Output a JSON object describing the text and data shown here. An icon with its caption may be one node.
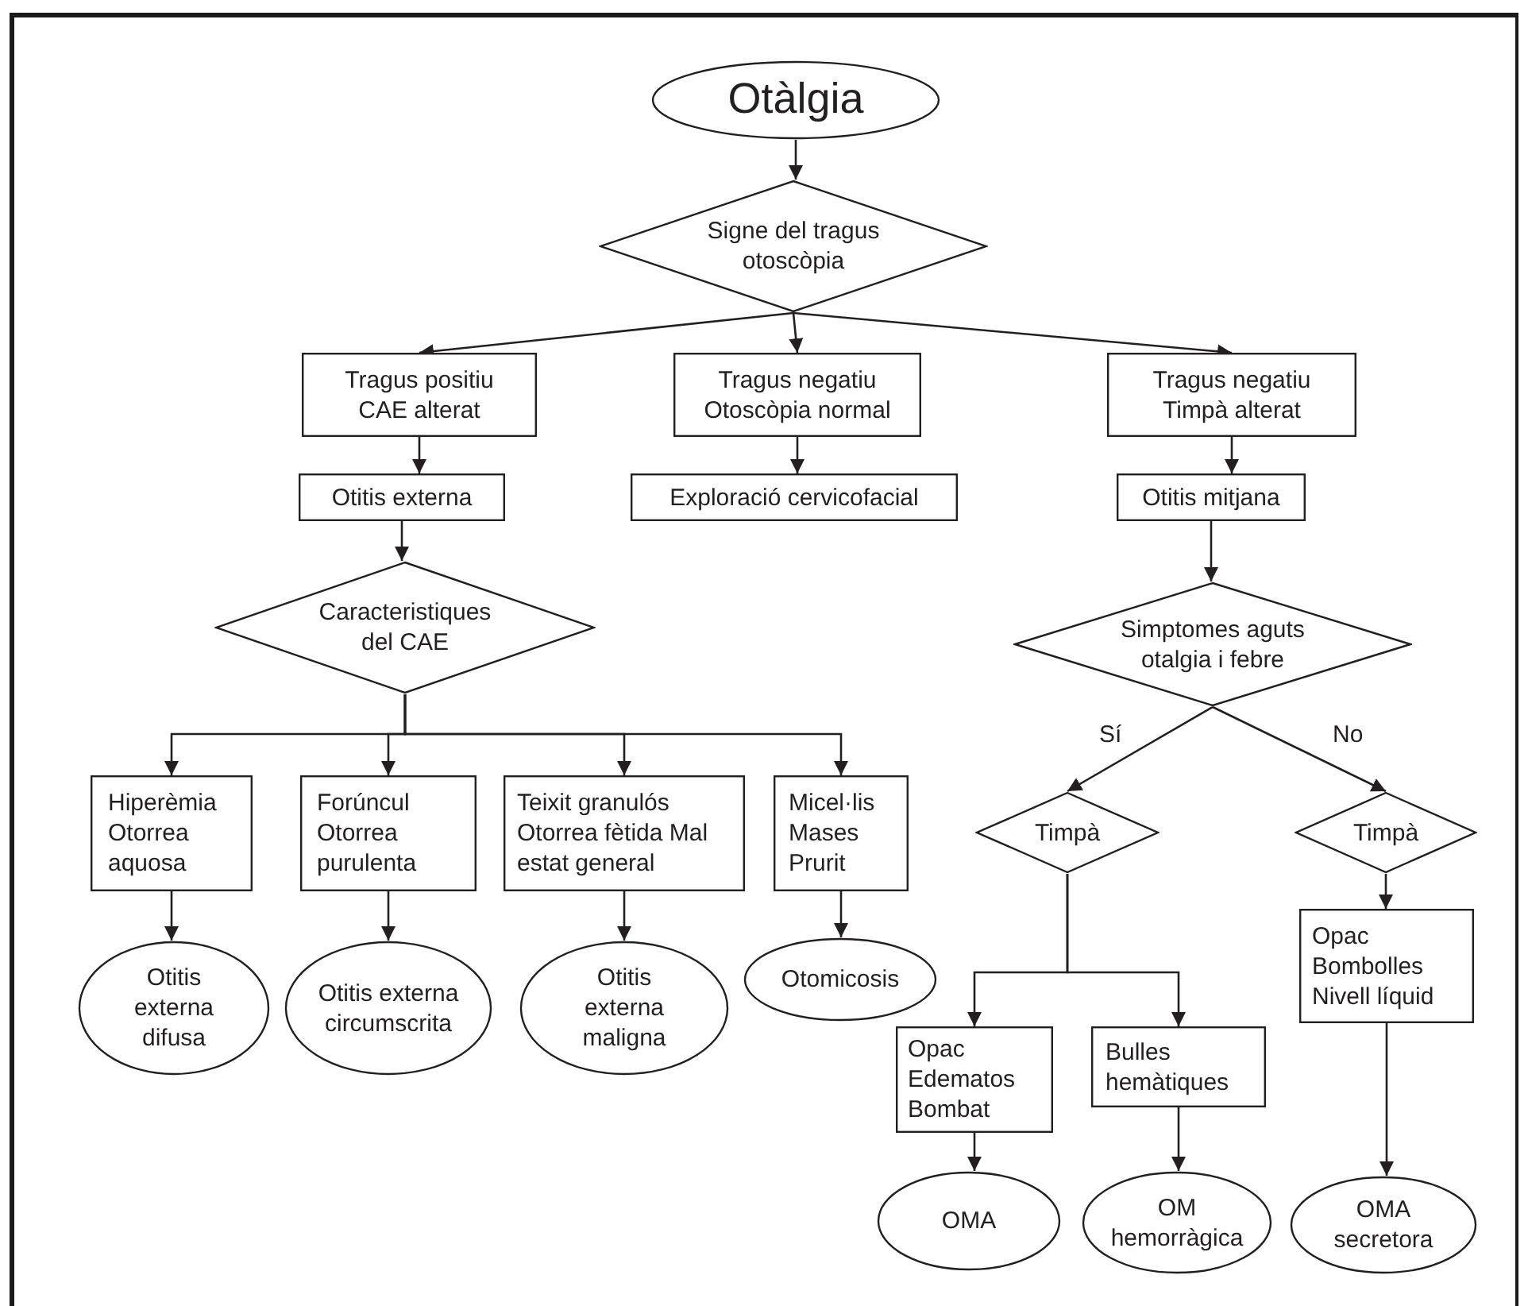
{
  "diagram": {
    "nodes": [
      {
        "text": [
          "Otàlgia"
        ]
      },
      {
        "text": [
          "Signe del tragus otoscòpia"
        ]
      },
      {
        "text": [
          "Tragus positiu CAE alterat"
        ]
      },
      {
        "text": [
          "Tragus negatiu Otoscòpia normal"
        ]
      },
      {
        "text": [
          "Tragus negatiu Timpà alterat"
        ]
      },
      {
        "text": [
          "Otitis externa"
        ]
      },
      {
        "text": [
          "Exploració cervicofacial"
        ]
      },
      {
        "text": [
          "Otitis mitjana"
        ]
      },
      {
        "text": [
          "Caracteristiques del CAE"
        ]
      },
      {
        "text": [
          "Hiperèmia Otorrea aquosa"
        ]
      },
      {
        "text": [
          "Forúncul Otorrea purulenta"
        ]
      },
      {
        "text": [
          "Teixit granulós Otorrea fètida Mal estat general"
        ]
      },
      {
        "text": [
          "Micel·lis Mases Prurit"
        ]
      },
      {
        "text": [
          "Otitis externa difusa"
        ]
      },
      {
        "text": [
          "Otitis externa circumscrita"
        ]
      },
      {
        "text": [
          "Otitis externa maligna"
        ]
      },
      {
        "text": [
          "Otomicosis"
        ]
      },
      {
        "text": [
          "Simptomes aguts otalgia i febre"
        ]
      },
      {
        "text": [
          "Timpà"
        ]
      },
      {
        "text": [
          "Timpà"
        ]
      },
      {
        "text": [
          "Opac Edematos Bombat"
        ]
      },
      {
        "text": [
          "Bulles hemàtiques"
        ]
      },
      {
        "text": [
          "Opac Bombolles Nivell líquid"
        ]
      },
      {
        "text": [
          "OMA"
        ]
      },
      {
        "text": [
          "OM hemorràgica"
        ]
      },
      {
        "text": [
          "OMA secretora"
        ]
      }
    ],
    "edges": [
      {
        "from": 0,
        "to": 1,
        "arrow": "to"
      },
      {
        "from": 1,
        "to": 2,
        "arrow": "to"
      },
      {
        "from": 1,
        "to": 3,
        "arrow": "to"
      },
      {
        "from": 1,
        "to": 4,
        "arrow": "to"
      },
      {
        "from": 2,
        "to": 5,
        "arrow": "to"
      },
      {
        "from": 3,
        "to": 6,
        "arrow": "to"
      },
      {
        "from": 4,
        "to": 7,
        "arrow": "to"
      },
      {
        "from": 5,
        "to": 8,
        "arrow": "to"
      },
      {
        "from": 8,
        "to": 9,
        "arrow": "to"
      },
      {
        "from": 8,
        "to": 10,
        "arrow": "to"
      },
      {
        "from": 8,
        "to": 11,
        "arrow": "to"
      },
      {
        "from": 8,
        "to": 12,
        "arrow": "to"
      },
      {
        "from": 9,
        "to": 13,
        "arrow": "to"
      },
      {
        "from": 10,
        "to": 14,
        "arrow": "to"
      },
      {
        "from": 11,
        "to": 15,
        "arrow": "to"
      },
      {
        "from": 12,
        "to": 16,
        "arrow": "to"
      },
      {
        "from": 7,
        "to": 17,
        "arrow": "to"
      },
      {
        "from": 17,
        "to": 18,
        "arrow": "to",
        "label": "Sí"
      },
      {
        "from": 17,
        "to": 19,
        "arrow": "to",
        "label": "No"
      },
      {
        "from": 18,
        "to": 20,
        "arrow": "to"
      },
      {
        "from": 18,
        "to": 21,
        "arrow": "to"
      },
      {
        "from": 19,
        "to": 22,
        "arrow": "to"
      },
      {
        "from": 20,
        "to": 23,
        "arrow": "to"
      },
      {
        "from": 21,
        "to": 24,
        "arrow": "to"
      },
      {
        "from": 22,
        "to": 25,
        "arrow": "to"
      }
    ]
  }
}
